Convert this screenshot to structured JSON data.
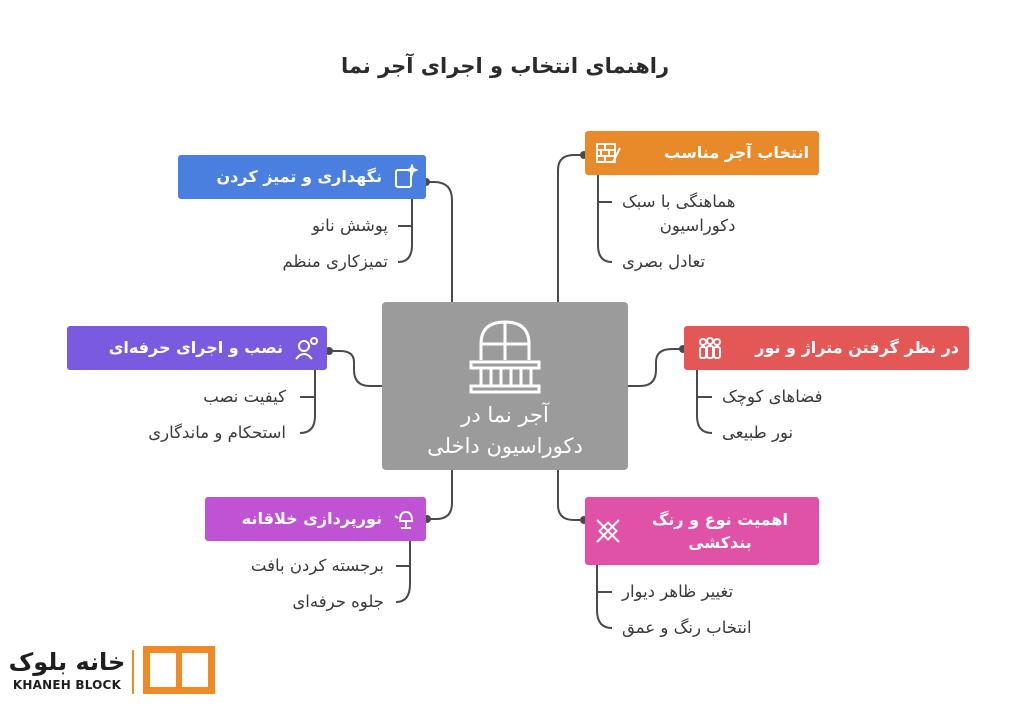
{
  "title": "راهنمای انتخاب و اجرای آجر نما",
  "center": {
    "text": "آجر نما در\nدکوراسیون داخلی"
  },
  "branches": {
    "top_left": {
      "label": "نگهداری و تمیز کردن",
      "color": "#4a7fe0",
      "icon": "sparkle-icon",
      "items": [
        "پوشش نانو",
        "تمیزکاری منظم"
      ]
    },
    "mid_left": {
      "label": "نصب و اجرای حرفه‌ای",
      "color": "#7a5be0",
      "icon": "worker-icon",
      "items": [
        "کیفیت نصب",
        "استحکام و ماندگاری"
      ]
    },
    "bottom_left": {
      "label": "نورپردازی خلاقانه",
      "color": "#c052d4",
      "icon": "lamp-icon",
      "items": [
        "برجسته کردن بافت",
        "جلوه حرفه‌ای"
      ]
    },
    "top_right": {
      "label": "انتخاب آجر مناسب",
      "color": "#e88a2a",
      "icon": "brick-icon",
      "items": [
        "هماهنگی با سبک\nدکوراسیون",
        "تعادل بصری"
      ]
    },
    "mid_right": {
      "label": "در نظر گرفتن متراژ و نور",
      "color": "#e35757",
      "icon": "people-icon",
      "items": [
        "فضاهای کوچک",
        "نور طبیعی"
      ]
    },
    "bottom_right": {
      "label": "اهمیت نوع و رنگ\nبندکشی",
      "color": "#e052a8",
      "icon": "grout-icon",
      "items": [
        "تغییر ظاهر دیوار",
        "انتخاب رنگ و عمق"
      ]
    }
  },
  "logo": {
    "name_fa": "خانه بلوک",
    "name_en": "KHANEH BLOCK",
    "color": "#f08a24"
  }
}
